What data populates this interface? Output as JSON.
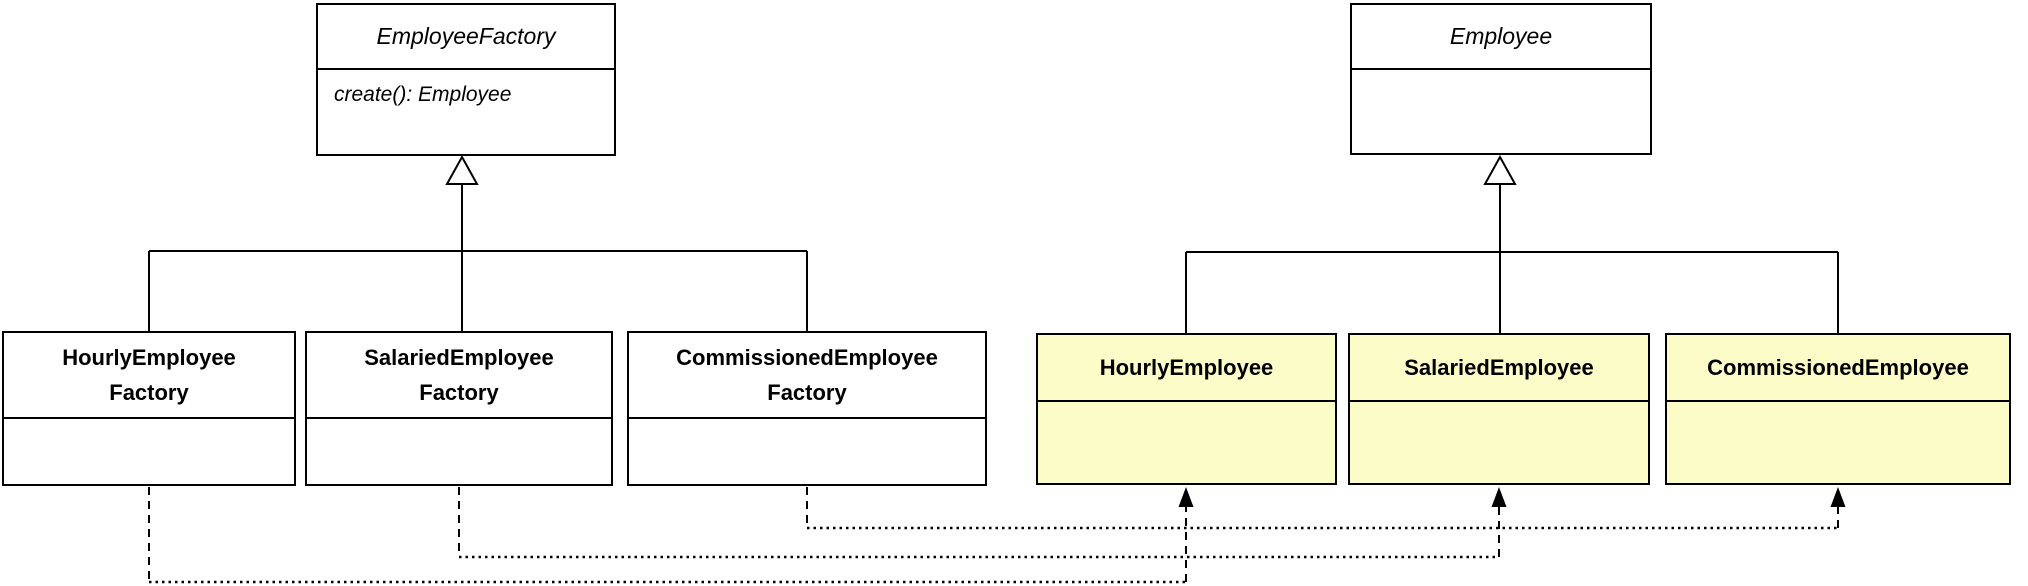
{
  "factory_hierarchy": {
    "parent": {
      "name": "EmployeeFactory",
      "method": "create(): Employee"
    },
    "children": [
      {
        "line1": "HourlyEmployee",
        "line2": "Factory"
      },
      {
        "line1": "SalariedEmployee",
        "line2": "Factory"
      },
      {
        "line1": "CommissionedEmployee",
        "line2": "Factory"
      }
    ]
  },
  "employee_hierarchy": {
    "parent": {
      "name": "Employee"
    },
    "children": [
      {
        "name": "HourlyEmployee"
      },
      {
        "name": "SalariedEmployee"
      },
      {
        "name": "CommissionedEmployee"
      }
    ]
  },
  "colors": {
    "background": "#FFFFFF",
    "line": "#000000",
    "factory_box_fill": "#FFFFFF",
    "employee_box_fill": "#FCFCC8"
  }
}
